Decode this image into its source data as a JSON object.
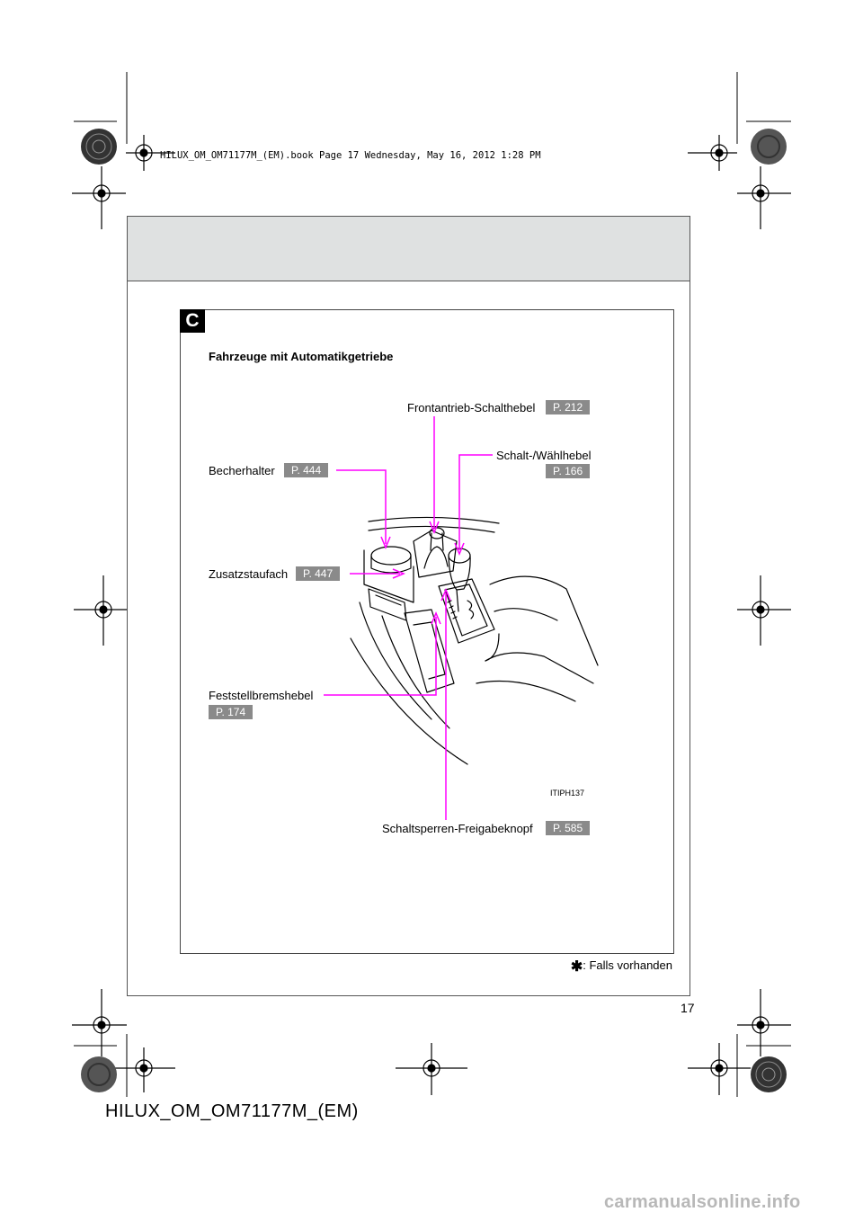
{
  "print": {
    "book_info": "HILUX_OM_OM71177M_(EM).book  Page 17  Wednesday, May 16, 2012  1:28 PM"
  },
  "section": {
    "tab": "C",
    "subtitle": "Fahrzeuge mit Automatikgetriebe",
    "figure_code": "ITIPH137"
  },
  "callouts": [
    {
      "label": "Frontantrieb-Schalthebel",
      "ref": "P. 212"
    },
    {
      "label": "Schalt-/Wählhebel",
      "ref": "P. 166"
    },
    {
      "label": "Becherhalter",
      "ref": "P. 444"
    },
    {
      "label": "Zusatzstaufach",
      "ref": "P. 447"
    },
    {
      "label": "Feststellbremshebel",
      "ref": "P. 174"
    },
    {
      "label": "Schaltsperren-Freigabeknopf",
      "ref": "P. 585"
    }
  ],
  "footnote": ": Falls vorhanden",
  "page_number": "17",
  "doc_id": "HILUX_OM_OM71177M_(EM)",
  "watermark": "carmanualsonline.info",
  "colors": {
    "callout_line": "#ff00ff",
    "ref_badge": "#8a8a8a",
    "header_band": "#dfe1e1"
  }
}
